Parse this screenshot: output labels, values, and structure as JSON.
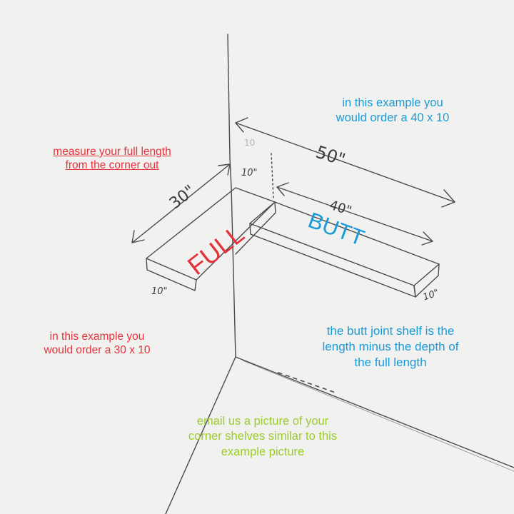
{
  "colors": {
    "paper": "#f1f1ef",
    "pencil": "#3c3c3c",
    "red": "#e5323a",
    "blue": "#1a9ad8",
    "green": "#9bcd2a"
  },
  "shelf_labels": {
    "full": "FULL",
    "butt": "BUTT"
  },
  "dimensions": {
    "full_length": "30\"",
    "full_depth": "10\"",
    "wall_depth_top": "10",
    "butt_corner_depth": "10\"",
    "overall_length": "50\"",
    "butt_length": "40\"",
    "butt_end_depth": "10\""
  },
  "notes": {
    "measure_line1": "measure your full length",
    "measure_line2": "from the corner out",
    "order_40_line1": "in this example you",
    "order_40_line2": "would order a 40 x 10",
    "order_30_line1": "in this example you",
    "order_30_line2": "would order a 30 x 10",
    "butt_joint_line1": "the butt joint shelf is the",
    "butt_joint_line2": "length minus the depth of",
    "butt_joint_line3": "the full length",
    "email_line1": "email us a picture of your",
    "email_line2": "corner shelves similar to this",
    "email_line3": "example picture"
  }
}
